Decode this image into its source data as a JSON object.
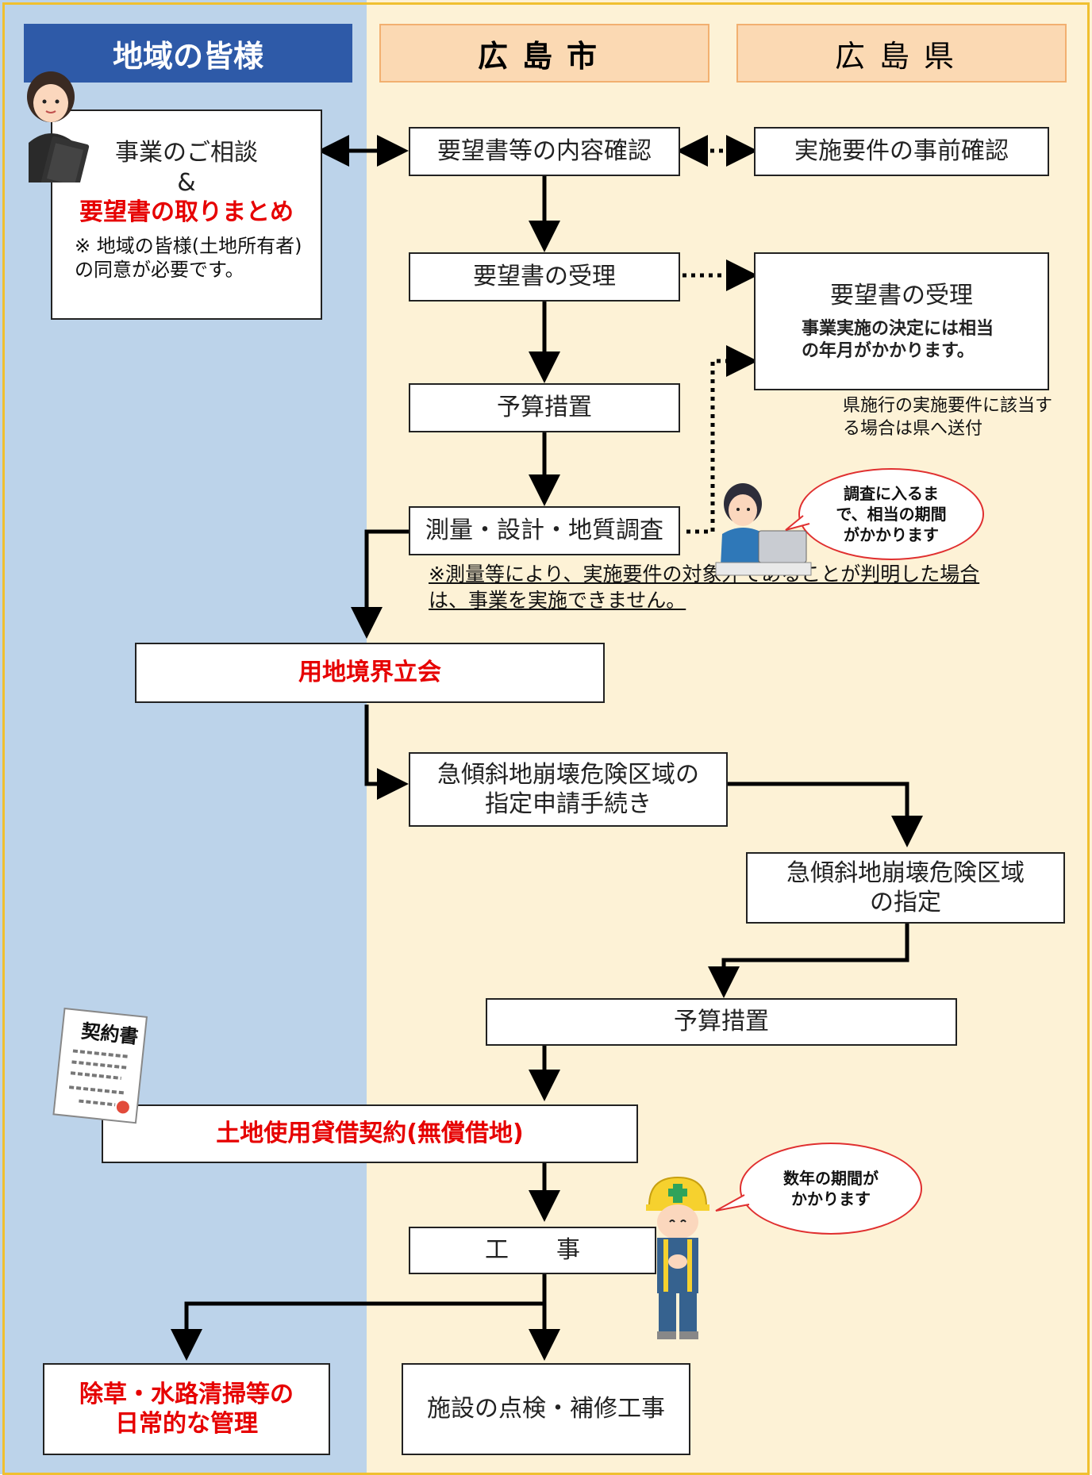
{
  "headers": {
    "residents": "地域の皆様",
    "city": "広島市",
    "prefecture": "広島県"
  },
  "residents_box": {
    "line1": "事業のご相談",
    "line2": "&",
    "line3": "要望書の取りまとめ",
    "note": "※ 地域の皆様(土地所有者)の同意が必要です。"
  },
  "city_steps": {
    "confirm_request": "要望書等の内容確認",
    "receive_request": "要望書の受理",
    "budget1": "予算措置",
    "survey": "測量・設計・地質調査",
    "boundary": "用地境界立会",
    "designation_application": "急傾斜地崩壊危険区域の指定申請手続き",
    "budget2": "予算措置",
    "land_contract": "土地使用貸借契約(無償借地)",
    "construction": "工　　事",
    "maintenance_daily": "除草・水路清掃等の日常的な管理",
    "facility_inspection": "施設の点検・補修工事"
  },
  "pref_steps": {
    "precheck": "実施要件の事前確認",
    "receive_title": "要望書の受理",
    "receive_note": "事業実施の決定には相当の年月がかかります。",
    "send_note": "県施行の実施要件に該当する場合は県へ送付",
    "designation": "急傾斜地崩壊危険区域の指定"
  },
  "notes": {
    "survey_caution": "※測量等により、実施要件の対象外であることが判明した場合は、事業を実施できません。"
  },
  "bubbles": {
    "survey_time": "調査に入るまで、相当の期間がかかります",
    "construction_time": "数年の期間がかかります"
  },
  "illustrations": {
    "contract_title": "契約書"
  },
  "colors": {
    "resident_lane": "#bcd3ea",
    "city_lane": "#fdf2d6",
    "frame": "#f0c030",
    "header_blue": "#2e5aa8",
    "header_orange": "#fbd9b3",
    "emphasis_red": "#e60000"
  }
}
